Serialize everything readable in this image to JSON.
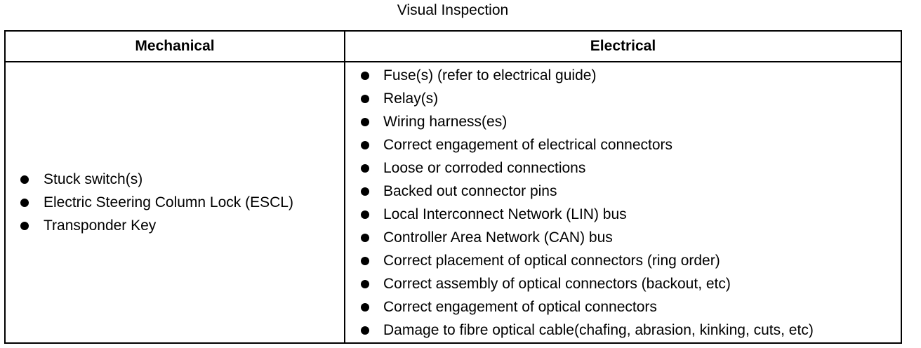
{
  "title": "Visual Inspection",
  "headers": {
    "mechanical": "Mechanical",
    "electrical": "Electrical"
  },
  "mechanical_items": [
    "Stuck switch(s)",
    "Electric Steering Column Lock (ESCL)",
    "Transponder Key"
  ],
  "electrical_items": [
    "Fuse(s) (refer to electrical guide)",
    "Relay(s)",
    "Wiring harness(es)",
    "Correct engagement of electrical connectors",
    "Loose or corroded connections",
    "Backed out connector pins",
    "Local Interconnect Network (LIN) bus",
    "Controller Area Network (CAN) bus",
    "Correct placement of optical connectors (ring order)",
    "Correct assembly of optical connectors (backout, etc)",
    "Correct engagement of optical connectors",
    "Damage to fibre optical cable(chafing, abrasion, kinking, cuts, etc)"
  ]
}
